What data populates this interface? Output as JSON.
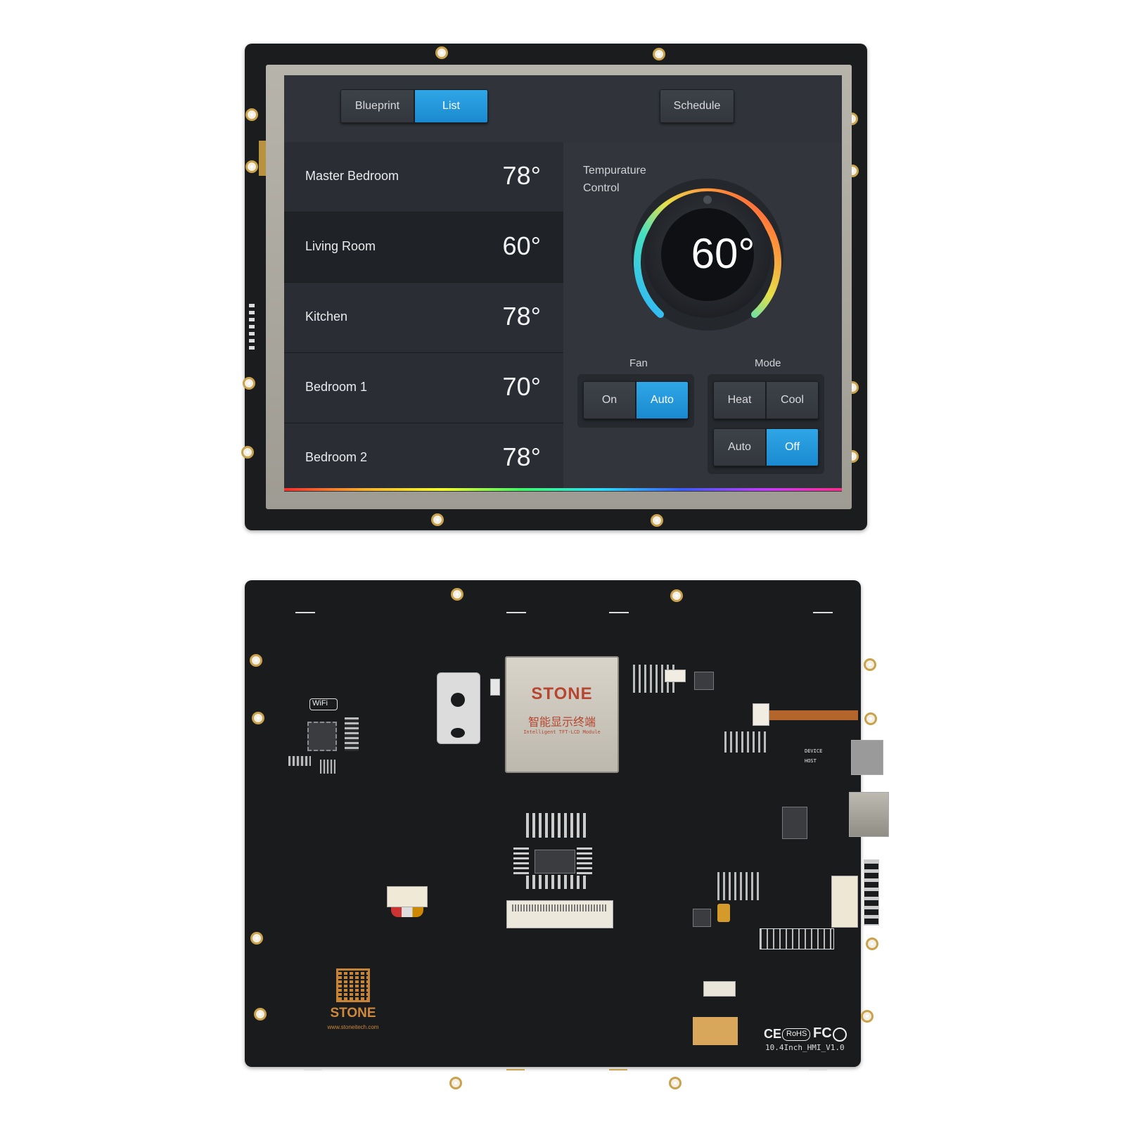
{
  "tabs": {
    "blueprint": "Blueprint",
    "list": "List",
    "schedule": "Schedule"
  },
  "rooms": [
    {
      "name": "Master Bedroom",
      "temp": "78°"
    },
    {
      "name": "Living Room",
      "temp": "60°"
    },
    {
      "name": "Kitchen",
      "temp": "78°"
    },
    {
      "name": "Bedroom 1",
      "temp": "70°"
    },
    {
      "name": "Bedroom 2",
      "temp": "78°"
    }
  ],
  "selected_room": "Living Room",
  "temperature_control": {
    "label_line1": "Tempurature",
    "label_line2": "Control",
    "value": "60°"
  },
  "fan": {
    "label": "Fan",
    "on": "On",
    "auto": "Auto",
    "selected": "Auto"
  },
  "mode": {
    "label": "Mode",
    "heat": "Heat",
    "cool": "Cool",
    "auto": "Auto",
    "off": "Off",
    "selected": "Off"
  },
  "back_board": {
    "chip_brand": "STONE",
    "chip_cn": "智能显示终端",
    "chip_en": "Intelligent TFT-LCD Module",
    "wifi": "WiFi",
    "logo": "STONE",
    "website": "www.stoneitech.com",
    "model": "10.4Inch_HMI_V1.0",
    "rohs": "RoHS",
    "host_label": "HOST",
    "device_label": "DEVICE"
  },
  "colors": {
    "accent": "#1f95dc",
    "screen_bg": "#2b2f35",
    "chip_text": "#b6462f",
    "pcb": "#1a1b1d"
  }
}
